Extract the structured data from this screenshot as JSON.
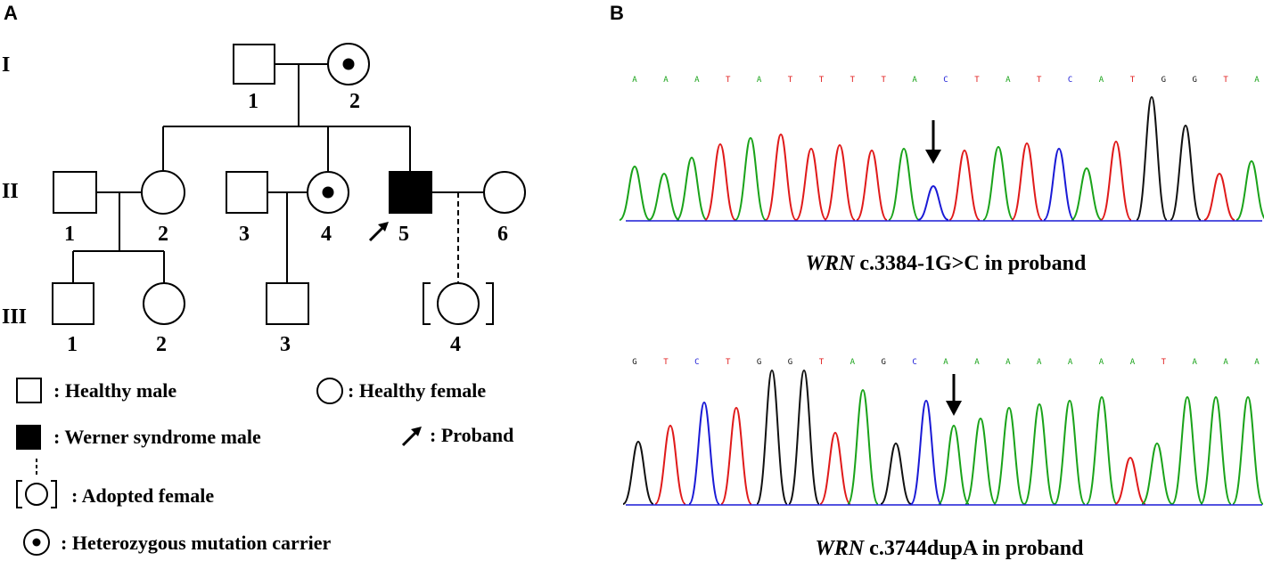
{
  "panels": {
    "a": "A",
    "b": "B"
  },
  "pedigree": {
    "generations": [
      "I",
      "II",
      "III"
    ],
    "gen1_numbers": [
      "1",
      "2"
    ],
    "gen2_numbers": [
      "1",
      "2",
      "3",
      "4",
      "5",
      "6"
    ],
    "gen3_numbers": [
      "1",
      "2",
      "3",
      "4"
    ]
  },
  "legend": {
    "healthy_male": ": Healthy male",
    "healthy_female": ": Healthy female",
    "ws_male": ": Werner syndrome male",
    "proband": ": Proband",
    "adopted_female": ": Adopted female",
    "carrier": ": Heterozygous mutation carrier"
  },
  "sequencing": {
    "top": {
      "bases": [
        "A",
        "A",
        "A",
        "T",
        "A",
        "T",
        "T",
        "T",
        "T",
        "A",
        "C",
        "T",
        "A",
        "T",
        "C",
        "A",
        "T",
        "G",
        "G",
        "T",
        "A"
      ],
      "gene": "WRN",
      "variant": " c.3384-1G>C in proband"
    },
    "bottom": {
      "bases": [
        "G",
        "T",
        "C",
        "T",
        "G",
        "G",
        "T",
        "A",
        "G",
        "C",
        "A",
        "A",
        "A",
        "A",
        "A",
        "A",
        "A",
        "T",
        "A",
        "A",
        "A"
      ],
      "gene": "WRN",
      "variant": " c.3744dupA in proband"
    },
    "base_colors": {
      "A": "#1aa31a",
      "C": "#1a1ad6",
      "G": "#111111",
      "T": "#e01a1a"
    }
  }
}
